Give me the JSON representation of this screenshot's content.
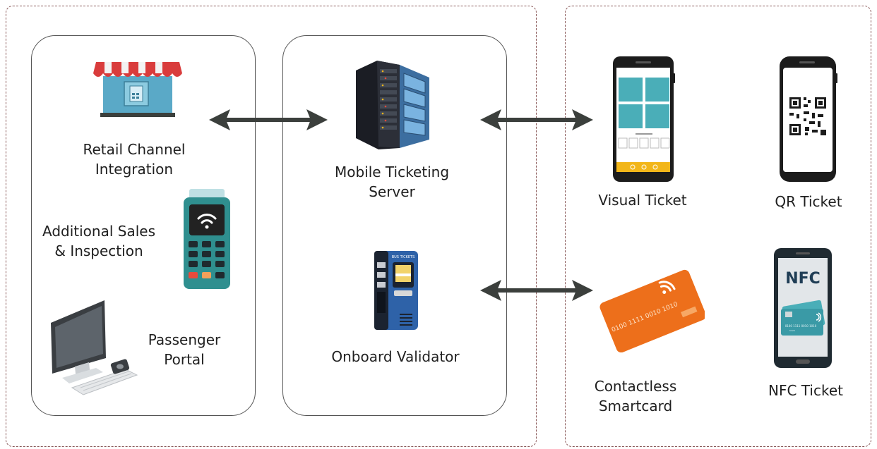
{
  "nodes": {
    "retail": "Retail Channel\nIntegration",
    "sales": "Additional Sales\n& Inspection",
    "portal": "Passenger\nPortal",
    "server": "Mobile Ticketing\nServer",
    "validator": "Onboard Validator",
    "visual": "Visual Ticket",
    "qr": "QR Ticket",
    "smartcard": "Contactless\nSmartcard",
    "nfc": "NFC Ticket"
  },
  "icons": {
    "nfc_screen_text": "NFC",
    "bus_tickets_text": "BUS TICKETS",
    "card_number": "0100 1111 0010 1010",
    "card_small_number": "0100 1111 0010 1010",
    "card_small_code": "5129"
  },
  "colors": {
    "arrow": "#3b3f3c",
    "teal": "#4aaeb8",
    "orange": "#f07a1d",
    "dark": "#2b2f33",
    "yellow": "#f2b619"
  }
}
